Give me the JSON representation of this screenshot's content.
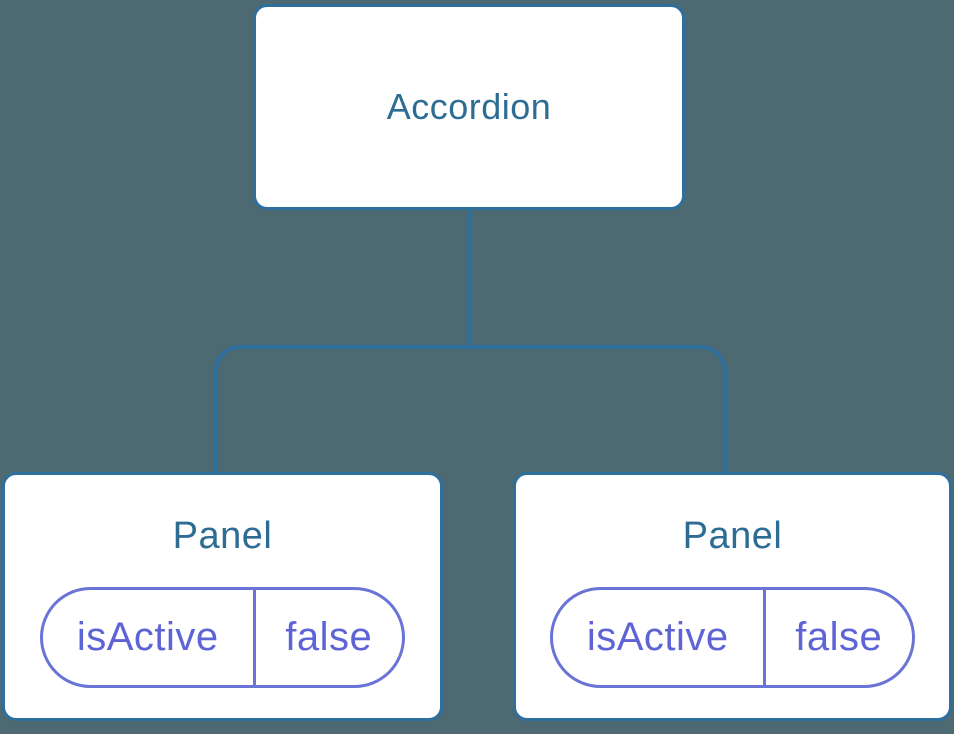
{
  "tree": {
    "root": {
      "label": "Accordion"
    },
    "children": [
      {
        "label": "Panel",
        "prop": {
          "name": "isActive",
          "value": "false"
        }
      },
      {
        "label": "Panel",
        "prop": {
          "name": "isActive",
          "value": "false"
        }
      }
    ]
  },
  "colors": {
    "background": "#4d6971",
    "connector": "#2e6f9d",
    "node_fill": "#ffffff",
    "node_border": "#2e6f9d",
    "node_text": "#2d6d93",
    "prop_border": "#6a74d6",
    "prop_text": "#5e64d6"
  }
}
